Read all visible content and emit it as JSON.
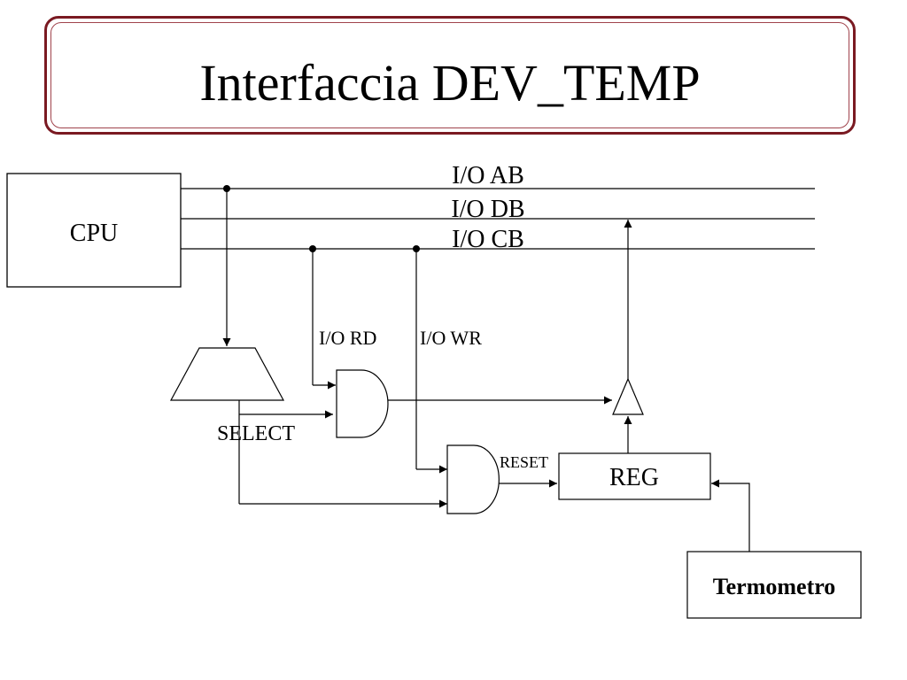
{
  "title": "Interfaccia DEV_TEMP",
  "cpu": "CPU",
  "buses": {
    "address": "I/O AB",
    "data": "I/O DB",
    "control": "I/O CB"
  },
  "signals": {
    "read": "I/O RD",
    "write": "I/O WR",
    "select": "SELECT",
    "reset": "RESET"
  },
  "register": "REG",
  "sensor": "Termometro"
}
